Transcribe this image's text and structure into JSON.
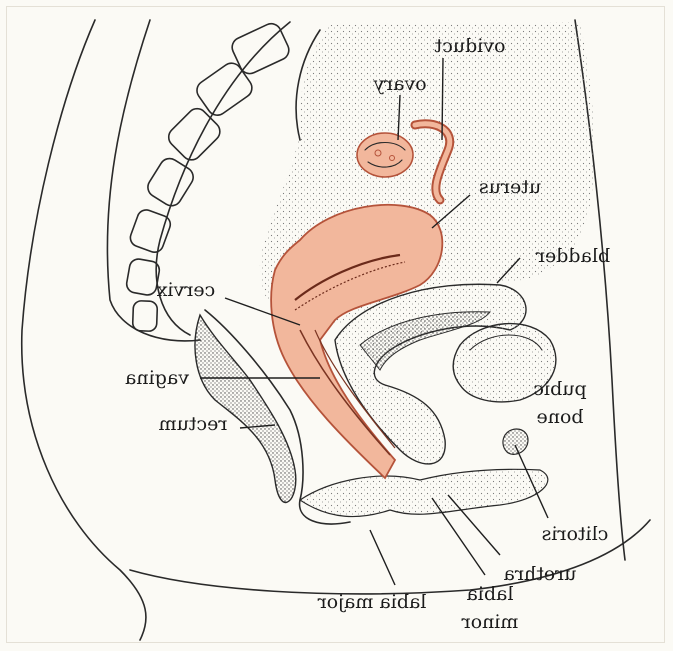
{
  "labels": {
    "oviduct": "oviduct",
    "ovary": "ovary",
    "uterus": "uterus",
    "bladder": "bladder",
    "cervix": "cervix",
    "vagina": "vagina",
    "pubic_line1": "pubic",
    "pubic_line2": "bone",
    "rectum": "rectum",
    "clitoris": "clitoris",
    "urethra": "urethra",
    "labia_major": "labia major",
    "labia_minor_line1": "labia",
    "labia_minor_line2": "minor"
  },
  "colors": {
    "organ_fill": "#f2b79c",
    "organ_stroke": "#b5533a",
    "stipple": "#6e6e6e",
    "line": "#2a2a2a",
    "paper": "#fbfaf5"
  },
  "text_rendering": "mirrored"
}
